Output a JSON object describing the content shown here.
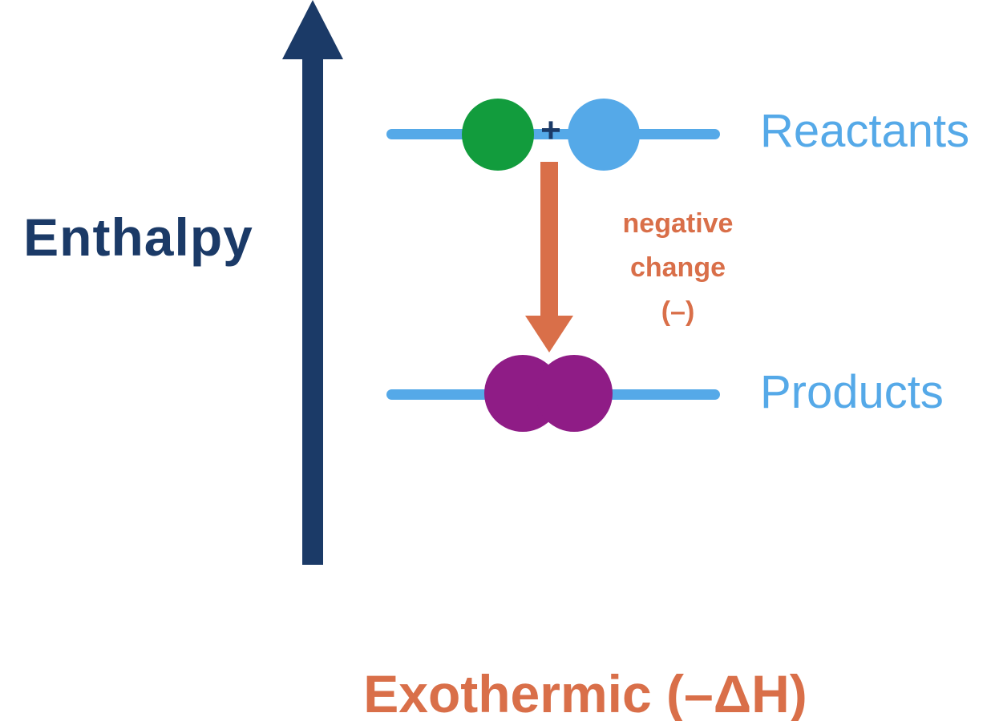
{
  "colors": {
    "navy": "#1b3a67",
    "light_blue": "#55a9e8",
    "green": "#129c3d",
    "purple": "#8f1c86",
    "orange": "#d96f49"
  },
  "icons": {
    "enthalpy_axis_arrow": "up-arrow",
    "energy_change_arrow": "down-arrow",
    "reactant_a": "green-circle",
    "reactant_b": "blue-circle",
    "product": "purple-fused-circles"
  },
  "diagram": {
    "axis_label": "Enthalpy",
    "plus_sign": "+",
    "reactants_label": "Reactants",
    "products_label": "Products",
    "arrow_annotation": {
      "line1": "negative",
      "line2": "change",
      "line3": "(–)"
    },
    "title": "Exothermic (–ΔH)"
  }
}
